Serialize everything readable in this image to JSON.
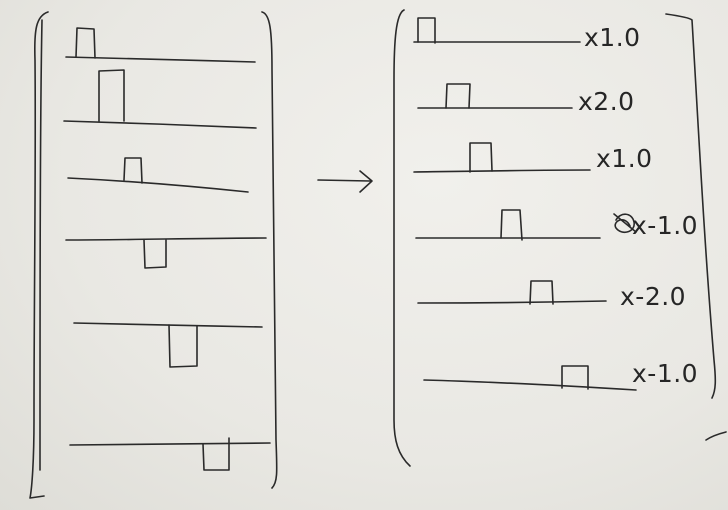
{
  "arrow_symbol": "→",
  "multipliers": [
    {
      "label": "x1.0",
      "value": 1.0
    },
    {
      "label": "x2.0",
      "value": 2.0
    },
    {
      "label": "x1.0",
      "value": 1.0
    },
    {
      "label": "x-1.0",
      "value": -1.0
    },
    {
      "label": "x-2.0",
      "value": -2.0
    },
    {
      "label": "x-1.0",
      "value": -1.0
    }
  ],
  "left_matrix_rows": [
    {
      "pulse_direction": "up",
      "relative_height": 1.0
    },
    {
      "pulse_direction": "up",
      "relative_height": 2.0
    },
    {
      "pulse_direction": "up",
      "relative_height": 1.0
    },
    {
      "pulse_direction": "down",
      "relative_height": 1.0
    },
    {
      "pulse_direction": "down",
      "relative_height": 2.0
    },
    {
      "pulse_direction": "down",
      "relative_height": 1.0
    }
  ],
  "right_matrix_rows": [
    {
      "pulse_direction": "up",
      "relative_height": 1.0
    },
    {
      "pulse_direction": "up",
      "relative_height": 1.0
    },
    {
      "pulse_direction": "up",
      "relative_height": 1.0
    },
    {
      "pulse_direction": "up",
      "relative_height": 1.0
    },
    {
      "pulse_direction": "up",
      "relative_height": 1.0
    },
    {
      "pulse_direction": "up",
      "relative_height": 1.0
    }
  ],
  "ink_color": "#2a2a2a",
  "paper_color": "#ecebe6"
}
